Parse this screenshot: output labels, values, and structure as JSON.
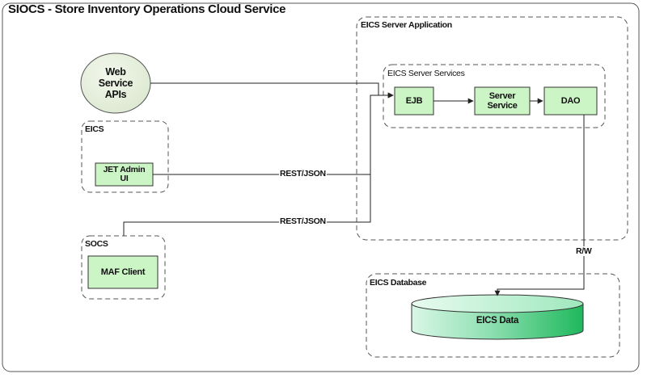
{
  "title": "SIOCS  - Store Inventory Operations Cloud Service",
  "regions": {
    "server_application": "EICS Server Application",
    "server_services": "EICS Server Services",
    "eics": "EICS",
    "socs": "SOCS",
    "database": "EICS Database"
  },
  "nodes": {
    "web_service_apis": "Web Service APIs",
    "web_service_lines": [
      "Web",
      "Service",
      "APIs"
    ],
    "ejb": "EJB",
    "server_service": "Server Service",
    "server_service_lines": [
      "Server",
      "Service"
    ],
    "dao": "DAO",
    "jet_admin_ui": "JET Admin UI",
    "jet_admin_lines": [
      "JET Admin",
      "UI"
    ],
    "maf_client": "MAF Client",
    "eics_data": "EICS Data"
  },
  "edges": {
    "jet_rest": "REST/JSON",
    "socs_rest": "REST/JSON",
    "dao_db": "R/W"
  },
  "colors": {
    "box_fill": "#ccf5c5",
    "ellipse_fill": "#e5efdb",
    "cylinder_fill": "#2ec46a",
    "dashed_border": "#555555",
    "line": "#222222"
  }
}
